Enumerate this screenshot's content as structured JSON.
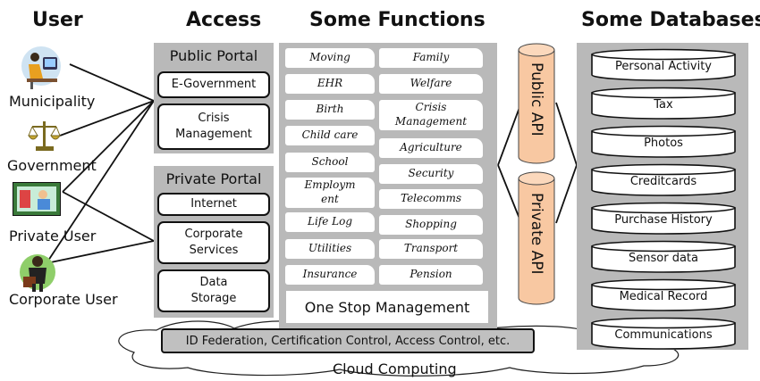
{
  "headers": {
    "user": "User",
    "access": "Access",
    "functions": "Some Functions",
    "databases": "Some Databases"
  },
  "users": [
    {
      "label": "Municipality",
      "icon": "person-at-computer-icon"
    },
    {
      "label": "Government",
      "icon": "scales-of-justice-icon"
    },
    {
      "label": "Private User",
      "icon": "phone-user-icon"
    },
    {
      "label": "Corporate User",
      "icon": "businessman-icon"
    }
  ],
  "public_portal": {
    "title": "Public Portal",
    "items": [
      "E-Government",
      "Crisis\nManagement"
    ]
  },
  "private_portal": {
    "title": "Private Portal",
    "items": [
      "Internet",
      "Corporate\nServices",
      "Data\nStorage"
    ]
  },
  "functions": {
    "left": [
      "Moving",
      "EHR",
      "Birth",
      "Child care",
      "School",
      "Employm\nent",
      "Life Log",
      "Utilities",
      "Insurance"
    ],
    "right": [
      "Family",
      "Welfare",
      "Crisis\nManagement",
      "Agriculture",
      "Security",
      "Telecomms",
      "Shopping",
      "Transport",
      "Pension"
    ],
    "one_stop": "One Stop Management"
  },
  "apis": {
    "public": "Public API",
    "private": "Private API",
    "fill_color": "#f8c8a2"
  },
  "databases": [
    "Personal Activity",
    "Tax",
    "Photos",
    "Creditcards",
    "Purchase History",
    "Sensor data",
    "Medical Record",
    "Communications"
  ],
  "id_bar": "ID Federation, Certification Control, Access Control, etc.",
  "cloud": "Cloud Computing",
  "colors": {
    "panel": "#b9b9b9",
    "api": "#f8c8a2",
    "id_bar": "#c0c0c0"
  }
}
